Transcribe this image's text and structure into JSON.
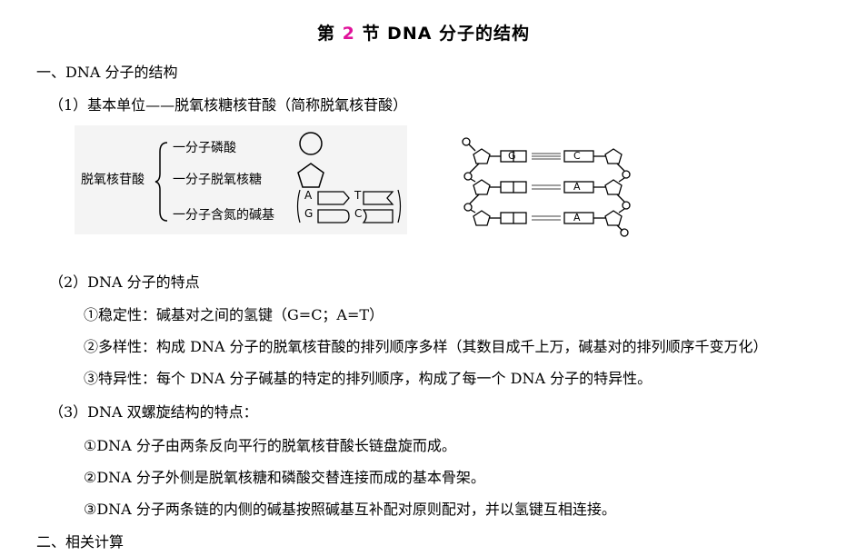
{
  "title": {
    "prefix": "第",
    "number": "2",
    "suffix": "节  DNA 分子的结构"
  },
  "section1": {
    "heading": "一、DNA 分子的结构",
    "sub1": "（1）基本单位——脱氧核糖核苷酸（简称脱氧核苷酸）",
    "figure": {
      "main_label": "脱氧核苷酸",
      "parts": [
        "一分子磷酸",
        "一分子脱氧核糖",
        "一分子含氮的碱基"
      ],
      "bases": [
        "A",
        "T",
        "G",
        "C"
      ],
      "pair_labels": [
        "G",
        "C",
        "A",
        "A"
      ]
    },
    "sub2": "（2）DNA 分子的特点",
    "features": [
      "①稳定性：碱基对之间的氢键（G=C；A=T）",
      "②多样性：构成 DNA 分子的脱氧核苷酸的排列顺序多样（其数目成千上万，碱基对的排列顺序千变万化）",
      "③特异性：每个 DNA 分子碱基的特定的排列顺序，构成了每一个 DNA 分子的特异性。"
    ],
    "sub3": "（3）DNA 双螺旋结构的特点：",
    "helix": [
      "①DNA 分子由两条反向平行的脱氧核苷酸长链盘旋而成。",
      "②DNA 分子外侧是脱氧核糖和磷酸交替连接而成的基本骨架。",
      "③DNA 分子两条链的内侧的碱基按照碱基互补配对原则配对，并以氢键互相连接。"
    ]
  },
  "section2": {
    "heading": "二、相关计算"
  }
}
